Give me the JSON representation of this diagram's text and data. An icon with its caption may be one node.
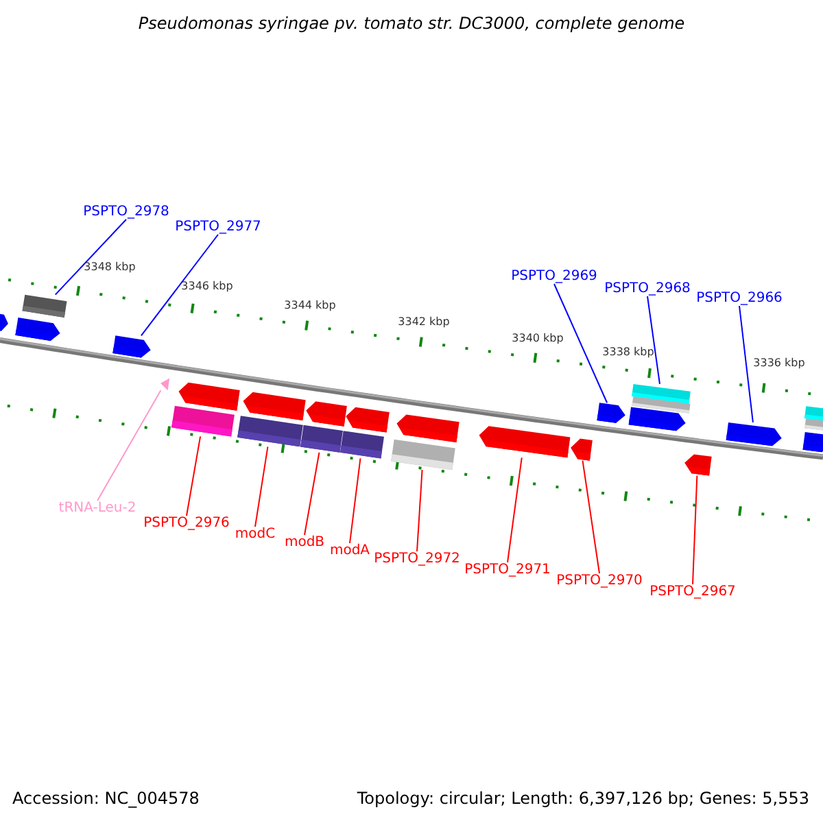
{
  "diagram": {
    "title": "Pseudomonas syringae pv. tomato str. DC3000, complete genome",
    "nodes": [
      {
        "text": [
          "PSPTO_2978"
        ]
      },
      {
        "text": [
          "PSPTO_2977"
        ]
      },
      {
        "text": [
          "PSPTO_2969"
        ]
      },
      {
        "text": [
          "PSPTO_2968"
        ]
      },
      {
        "text": [
          "PSPTO_2966"
        ]
      },
      {
        "text": [],
        "shape": "pentagon"
      },
      {
        "text": [],
        "shape": "pentagon"
      },
      {
        "text": [],
        "shape": "box"
      },
      {
        "text": [],
        "shape": "pentagon"
      },
      {
        "text": [],
        "shape": "triangle"
      },
      {
        "text": [],
        "shape": "box"
      },
      {
        "text": [],
        "shape": "pentagon"
      },
      {
        "text": [],
        "shape": "box"
      },
      {
        "text": [],
        "shape": "pentagon"
      },
      {
        "text": [],
        "shape": "box"
      },
      {
        "text": [],
        "shape": "pentagon"
      },
      {
        "text": [],
        "shape": "box"
      },
      {
        "text": [],
        "shape": "pentagon"
      },
      {
        "text": [],
        "shape": "box"
      },
      {
        "text": [],
        "shape": "pentagon"
      },
      {
        "text": [],
        "shape": "pentagon"
      },
      {
        "text": [],
        "shape": "pentagon"
      },
      {
        "text": [],
        "shape": "pentagon"
      },
      {
        "text": [],
        "shape": "pentagon"
      },
      {
        "text": [],
        "shape": "box"
      },
      {
        "text": [],
        "shape": "box"
      },
      {
        "text": [],
        "shape": "pentagon"
      },
      {
        "text": [],
        "shape": "pentagon"
      },
      {
        "text": [],
        "shape": "pentagon"
      },
      {
        "text": [],
        "shape": "box"
      },
      {
        "text": [],
        "shape": "box"
      },
      {
        "text": [
          "tRNA-Leu-2"
        ]
      },
      {
        "text": [
          "PSPTO_2976"
        ]
      },
      {
        "text": [
          "modC"
        ]
      },
      {
        "text": [
          "modB"
        ]
      },
      {
        "text": [
          "modA"
        ]
      },
      {
        "text": [
          "PSPTO_2972"
        ]
      },
      {
        "text": [
          "PSPTO_2971"
        ]
      },
      {
        "text": [
          "PSPTO_2970"
        ]
      },
      {
        "text": [
          "PSPTO_2967"
        ]
      }
    ],
    "edges": [
      {
        "from": 0,
        "to": 7,
        "arrow": "none",
        "color": "#0000ff"
      },
      {
        "from": 1,
        "to": 8,
        "arrow": "none",
        "color": "#0000ff"
      },
      {
        "from": 2,
        "to": 22,
        "arrow": "none",
        "color": "#0000ff"
      },
      {
        "from": 3,
        "to": 24,
        "arrow": "none",
        "color": "#0000ff"
      },
      {
        "from": 4,
        "to": 27,
        "arrow": "none",
        "color": "#0000ff"
      },
      {
        "from": 31,
        "to": 9,
        "arrow": "none",
        "color": "#ff99cc"
      },
      {
        "from": 32,
        "to": 10,
        "arrow": "none"
      },
      {
        "from": 33,
        "to": 12,
        "arrow": "none"
      },
      {
        "from": 34,
        "to": 14,
        "arrow": "none"
      },
      {
        "from": 35,
        "to": 16,
        "arrow": "none"
      },
      {
        "from": 36,
        "to": 18,
        "arrow": "none"
      },
      {
        "from": 37,
        "to": 20,
        "arrow": "none"
      },
      {
        "from": 38,
        "to": 21,
        "arrow": "none"
      },
      {
        "from": 39,
        "to": 26,
        "arrow": "none"
      }
    ],
    "labels": [
      "3348 kbp",
      "3346 kbp",
      "3344 kbp",
      "3342 kbp",
      "3340 kbp",
      "3338 kbp",
      "3336 kbp",
      "Accession: NC_004578",
      "Topology: circular; Length: 6,397,126 bp; Genes: 5,553"
    ]
  }
}
